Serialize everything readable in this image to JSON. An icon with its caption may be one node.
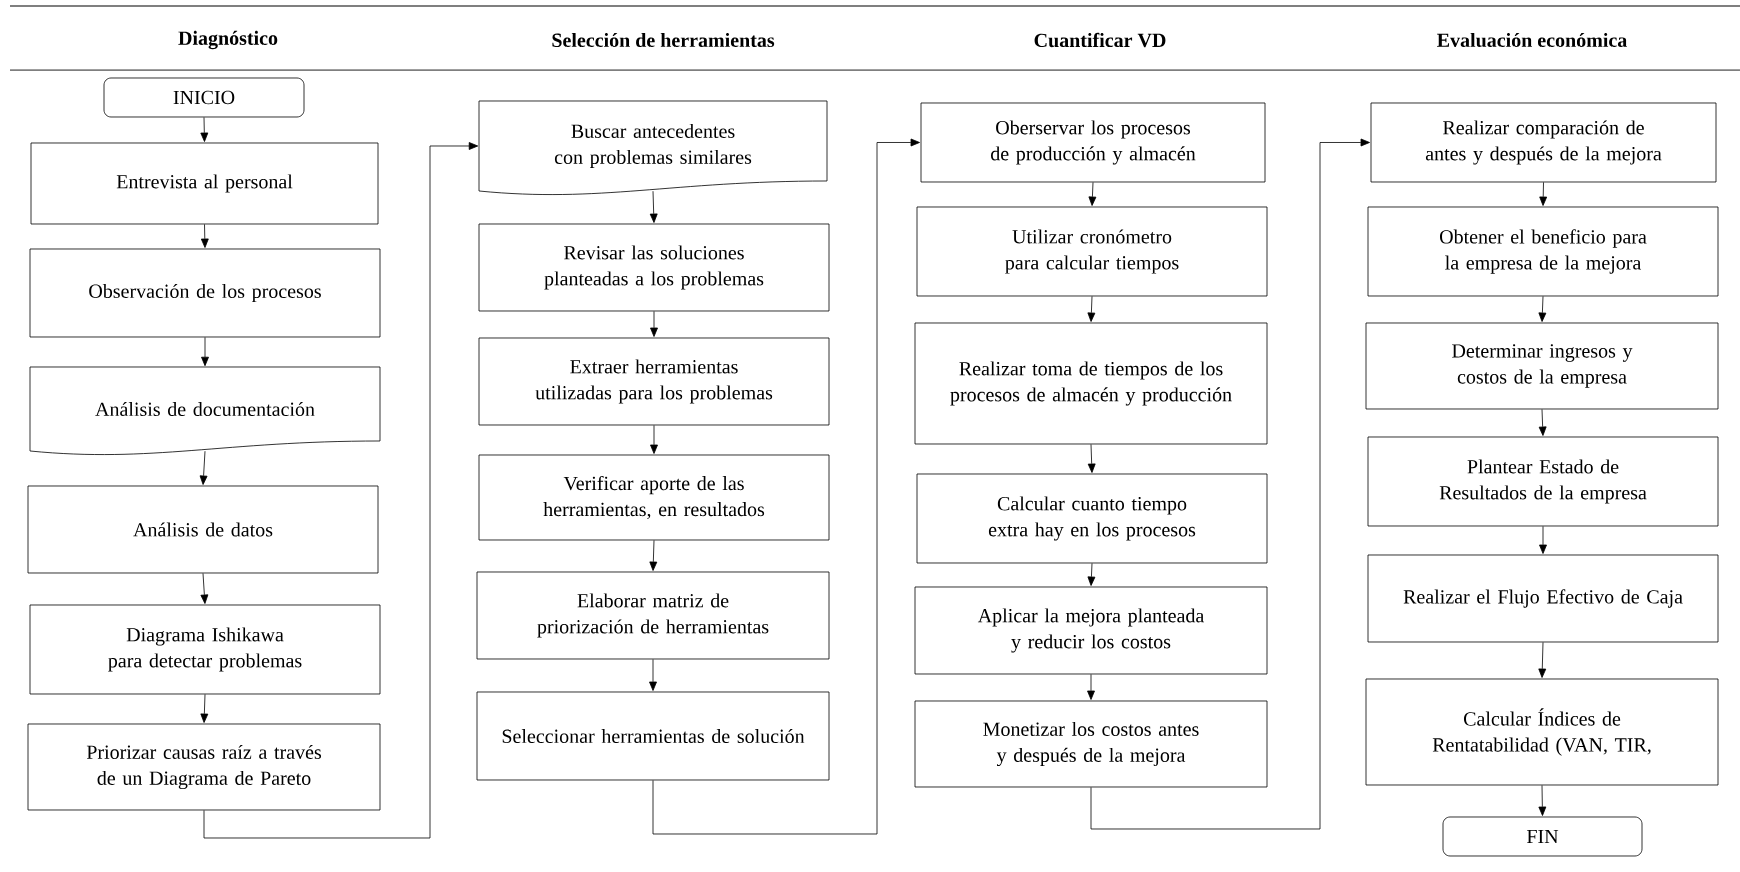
{
  "diagram": {
    "nodes": [
      {
        "text": [
          "INICIO"
        ]
      },
      {
        "text": [
          "Entrevista al personal"
        ]
      },
      {
        "text": [
          "Observación de los procesos"
        ]
      },
      {
        "text": [
          "Análisis de documentación"
        ]
      },
      {
        "text": [
          "Análisis de datos"
        ]
      },
      {
        "text": [
          "Diagrama Ishikawa para detectar problemas"
        ]
      },
      {
        "text": [
          "Priorizar causas raíz a través de un Diagrama de Pareto"
        ]
      },
      {
        "text": [
          "Buscar antecedentes con problemas similares"
        ]
      },
      {
        "text": [
          "Revisar las soluciones planteadas a los problemas"
        ]
      },
      {
        "text": [
          "Extraer herramientas utilizadas para los problemas"
        ]
      },
      {
        "text": [
          "Verificar aporte de las herramientas, en resultados"
        ]
      },
      {
        "text": [
          "Elaborar matriz de priorización de herramientas"
        ]
      },
      {
        "text": [
          "Seleccionar herramientas de solución"
        ]
      },
      {
        "text": [
          "Oberservar los procesos de producción y almacén"
        ]
      },
      {
        "text": [
          "Utilizar cronómetro para calcular tiempos"
        ]
      },
      {
        "text": [
          "Realizar toma de tiempos de los procesos de almacén y producción"
        ]
      },
      {
        "text": [
          "Calcular cuanto tiempo extra hay en los procesos"
        ]
      },
      {
        "text": [
          "Aplicar la mejora planteada y reducir los costos"
        ]
      },
      {
        "text": [
          "Monetizar los costos antes y después de la mejora"
        ]
      },
      {
        "text": [
          "Realizar comparación de antes y después de la mejora"
        ]
      },
      {
        "text": [
          "Obtener el beneficio para la empresa de la mejora"
        ]
      },
      {
        "text": [
          "Determinar ingresos y costos de la empresa"
        ]
      },
      {
        "text": [
          "Plantear Estado de Resultados de la empresa"
        ]
      },
      {
        "text": [
          "Realizar el Flujo Efectivo de Caja"
        ]
      },
      {
        "text": [
          "Calcular Índices de Rentatabilidad (VAN, TIR,"
        ]
      },
      {
        "text": [
          "FIN"
        ]
      }
    ],
    "edges": [
      {
        "from": 0,
        "to": 1,
        "arrow": "to"
      },
      {
        "from": 1,
        "to": 2,
        "arrow": "to"
      },
      {
        "from": 2,
        "to": 3,
        "arrow": "to"
      },
      {
        "from": 3,
        "to": 4,
        "arrow": "to"
      },
      {
        "from": 4,
        "to": 5,
        "arrow": "to"
      },
      {
        "from": 5,
        "to": 6,
        "arrow": "to"
      },
      {
        "from": 6,
        "to": 7,
        "arrow": "to"
      },
      {
        "from": 7,
        "to": 8,
        "arrow": "to"
      },
      {
        "from": 8,
        "to": 9,
        "arrow": "to"
      },
      {
        "from": 9,
        "to": 10,
        "arrow": "to"
      },
      {
        "from": 10,
        "to": 11,
        "arrow": "to"
      },
      {
        "from": 11,
        "to": 12,
        "arrow": "to"
      },
      {
        "from": 12,
        "to": 13,
        "arrow": "to"
      },
      {
        "from": 13,
        "to": 14,
        "arrow": "to"
      },
      {
        "from": 14,
        "to": 15,
        "arrow": "to"
      },
      {
        "from": 15,
        "to": 16,
        "arrow": "to"
      },
      {
        "from": 16,
        "to": 17,
        "arrow": "to"
      },
      {
        "from": 17,
        "to": 18,
        "arrow": "to"
      },
      {
        "from": 18,
        "to": 19,
        "arrow": "to"
      },
      {
        "from": 19,
        "to": 20,
        "arrow": "to"
      },
      {
        "from": 20,
        "to": 21,
        "arrow": "to"
      },
      {
        "from": 21,
        "to": 22,
        "arrow": "to"
      },
      {
        "from": 22,
        "to": 23,
        "arrow": "to"
      },
      {
        "from": 23,
        "to": 24,
        "arrow": "to"
      },
      {
        "from": 24,
        "to": 25,
        "arrow": "to"
      }
    ],
    "labels": [
      "Diagnóstico",
      "Selección de herramientas",
      "Cuantificar VD",
      "Evaluación económica"
    ]
  }
}
